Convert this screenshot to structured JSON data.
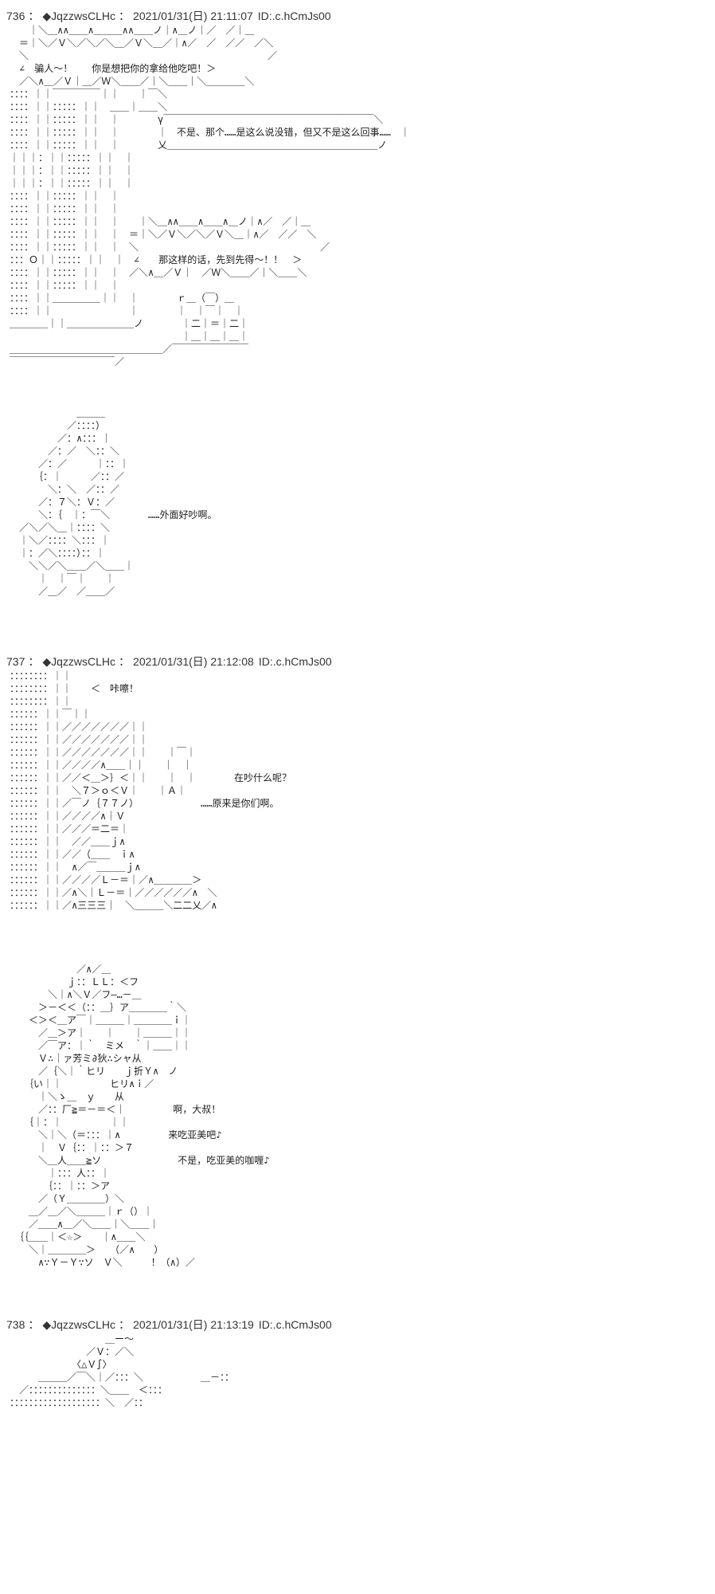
{
  "page": {
    "background_color": "#ffffff",
    "text_color": "#222222",
    "header_color": "#333333"
  },
  "posts": [
    {
      "number": "736",
      "separator": "：",
      "tripcode": "◆JqzzwsCLHc",
      "datetime": "2021/01/31(日) 21:11:07",
      "id": "ID:.c.hCmJs00",
      "dialogues": [
        "骗人～！　你是想把你的拿给他吃吧！",
        "不是、那个……是这么说没错，但又不是这么回事……",
        "那这样的话，先到先得～！！",
        "……外面好吵啊。"
      ],
      "aa_blocks": [
        {
          "lines": [
            "　　｜＼＿∧∧＿＿∧＿＿＿∧∧＿＿ノ｜∧＿ノ｜／　／｜＿",
            "　＝｜＼／Ｖ＼／＼／＼＿／Ｖ＼＿／｜∧／　／　／／　／＼",
            "　＼　　　　　　　　　　　　　　　　　　　　　　　　　／",
            "　∠　骗人～！　　你是想把你的拿给他吃吧！＞",
            "　／＼∧＿／Ｖ｜＿／Ｗ＼＿＿／｜＼＿＿｜＼＿＿＿＿＼",
            "：：：：｜｜￣￣￣￣￣｜｜　　｜￣＼",
            "：：：：｜｜：：：：：｜｜　＿＿｜＿＿＼",
            "：：：：｜｜：：：：：｜｜　｜　　　　γ￣￣￣￣￣￣￣￣￣￣￣￣￣￣￣￣￣￣￣￣￣￣＼",
            "：：：：｜｜：：：：：｜｜　｜　　　　｜　不是、那个……是这么说没错，但又不是这么回事……　｜",
            "：：：：｜｜：：：：：｜｜　｜　　　　乂＿＿＿＿＿＿＿＿＿＿＿＿＿＿＿＿＿＿＿＿＿＿ノ",
            "｜｜｜：｜｜：：：：：｜｜　｜",
            "｜｜｜：｜｜：：：：：｜｜　｜",
            "｜｜｜：｜｜：：：：：｜｜　｜",
            "：：：：｜｜：：：：：｜｜　｜",
            "：：：：｜｜：：：：：｜｜　｜",
            "：：：：｜｜：：：：：｜｜　｜　　｜＼＿∧∧＿＿∧＿＿∧＿ノ｜∧／　／｜＿",
            "：：：：｜｜：：：：：｜｜　｜　＝｜＼／Ｖ＼／＼／Ｖ＼＿｜∧／　／／　＼",
            "：：：：｜｜：：：：：｜｜　｜　＼　　　　　　　　　　　　　　　　　　　／",
            "：：：Ｏ｜｜：：：：：｜｜　｜　∠　　那这样的话，先到先得～！！　＞",
            "：：：：｜｜：：：：：｜｜　｜　／＼∧＿／Ｖ｜　／Ｗ＼＿＿／｜＼＿＿＼",
            "：：：：｜｜：：：：：｜｜　｜",
            "：：：：｜｜＿＿＿＿＿｜｜　｜　　　　ｒ＿（￣）＿",
            "：：：：｜｜　　　　　　　　｜　　　　｜　｜￣｜　｜",
            "＿＿＿＿｜｜＿＿＿＿＿＿＿ノ　　　　｜二｜＝｜二｜",
            "　　　　　　　　　　　　　　　　　　｜＿｜＿｜＿｜",
            "＿＿＿＿＿＿＿＿＿＿＿＿＿＿＿＿／￣￣￣￣￣￣￣￣",
            "￣￣￣￣￣￣￣￣￣￣￣／",
            ""
          ]
        },
        {
          "lines": [
            "",
            "",
            "",
            "　　　　　　　＿＿＿",
            "　　　　　　／：：：：）",
            "　　　　　／：∧：：：｜",
            "　　　　／：／　＼：：＼",
            "　　　／：／　　　｜：：｜",
            "　　　｛：｜　　　／：：／",
            "　　　　＼：＼　／：：／",
            "　　　／：７＼：Ｖ：／",
            "　　　＼：｛　｜：￣＼　　　　……外面好吵啊。",
            "　／＼／＼＿｜：：：：＼",
            "　｜＼／：：：：＼：：：｜",
            "　｜：／＼：：：：）：：｜",
            "　　＼＼／＼＿＿／＼＿＿｜",
            "　　　｜　｜￣｜　　｜",
            "　　　／＿／　／＿＿／"
          ]
        }
      ]
    },
    {
      "number": "737",
      "separator": "：",
      "tripcode": "◆JqzzwsCLHc",
      "datetime": "2021/01/31(日) 21:12:08",
      "id": "ID:.c.hCmJs00",
      "dialogues": [
        "咔嚓！",
        "在吵什么呢？",
        "……原来是你们啊。",
        "啊，大叔！",
        "来吃亚美吧♪",
        "不是，吃亚美的咖喱♪"
      ],
      "aa_blocks": [
        {
          "lines": [
            "：：：：：：：：｜｜",
            "：：：：：：：：｜｜　　＜　咔嚓！",
            "：：：：：：：：｜｜",
            "：：：：：：｜｜￣｜｜",
            "：：：：：：｜｜／／／／／／／｜｜",
            "：：：：：：｜｜／／／／／／／｜｜",
            "：：：：：：｜｜／／／／／／／｜｜　　｜￣｜",
            "：：：：：：｜｜／／／／∧＿＿｜｜　　｜　｜",
            "：：：：：：｜｜／／＜＿＞｝＜｜｜　　｜　｜　　　　在吵什么呢？",
            "：：：：：：｜｜　＼７＞ｏ＜Ｖ｜　　｜Ａ｜",
            "：：：：：：｜｜／￣ノ｛７７ノ）　　　　　　　……原来是你们啊。",
            "：：：：：：｜｜／／／／∧｜Ｖ",
            "：：：：：：｜｜／／／＝二＝｜",
            "：：：：：：｜｜　／／＿＿ｊ∧",
            "：：：：：：｜｜／／（＿＿　ｉ∧",
            "：：：：：：｜｜　∧／￣＿＿＿ｊ∧",
            "：：：：：：｜｜／／／／Ｌ－＝｜／∧＿＿＿＿＞",
            "：：：：：：｜｜／∧＼｜Ｌ－＝｜／／／／／／∧　＼",
            "：：：：：：｜｜／∧三三三｜　＼＿＿＿＼二二乂／∧"
          ]
        },
        {
          "lines": [
            "",
            "",
            "",
            "",
            "　　　　　　　／∧／＿",
            "　　　　　　ｊ：：ＬＬ：＜フ",
            "　　　　＼｜∧＼Ｖ／フ―…－＿",
            "　　　＞－＜＜（：：＿｝ア＿＿＿＿｀＼",
            "　　＜＞＜＿ア￣｜＿＿＿｜＿＿＿＿ｉ｜",
            "　　　／＿＞ア｜　　｜　　｜＿＿＿｜｜",
            "　　　／￣ア：｜｀　ミメ　｀｜＿＿｜｜",
            "　　　Ｖ∴｜ァ芳ミ∂狄∴シャ从",
            "　　　／｛＼｜｀ヒリ　　ｊ折Ｙ∧　ノ",
            "　　｛い｜｜　　　　　ヒリ∧ｉ／",
            "　　　｜＼ゝ＿　ｙ　　从",
            "　　　／：：厂≧＝－＝＜｜　　　　　啊，大叔！",
            "　　｛｜：｜　　　　　｜｜",
            "　　　＼｜＼（＝：：：｜∧　　　　　来吃亚美吧♪",
            "　　　｜　Ｖ｛：：｜：：＞７",
            "　　　＼＿人＿＿≧ソ　　　　　　　　不是，吃亚美的咖喱♪",
            "　　　　｜：：：人：：｜",
            "　　　　｛：：｜：：＞ア",
            "　　　／（Ｙ＿＿＿＿）＼",
            "　　＿／＿／＼＿＿＿｜ｒ（）｜",
            "　　／＿＿∧＿／＼＿＿｜＼＿＿｜",
            "　｛｛＿＿｜＜☆＞　　｜∧＿＿＼",
            "　　＼｜＿＿＿＿＞　　（／∧　　）",
            "　　　∧∵Ｙ－Ｙ∵ソ　Ｖ＼　　　！（∧）／"
          ]
        }
      ]
    },
    {
      "number": "738",
      "separator": "：",
      "tripcode": "◆JqzzwsCLHc",
      "datetime": "2021/01/31(日) 21:13:19",
      "id": "ID:.c.hCmJs00",
      "dialogues": [],
      "aa_blocks": [
        {
          "lines": [
            "　　　　　　　　　　＿ー〜",
            "　　　　　　　　／Ｖ：／＼",
            "　　　　　　　〈△Ｖ∫〉",
            "　　　＿＿＿／￣＼｜／：：：＼　　　　　　＿－：：",
            "　／：：：：：：：：：：：：：：＼＿＿　＜：：：",
            "：：：：：：：：：：：：：：：：：：：＼　／：："
          ]
        }
      ]
    }
  ]
}
